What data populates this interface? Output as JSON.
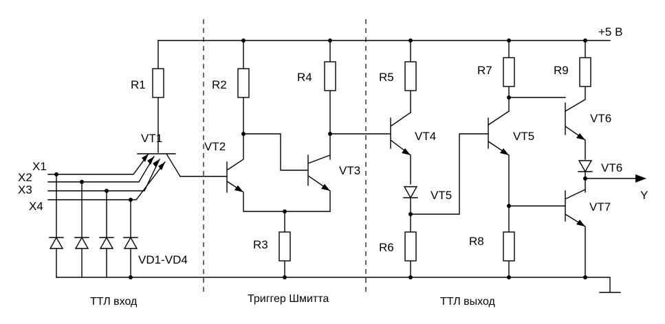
{
  "supply": "+5 В",
  "output": "Y",
  "inputs": [
    "X1",
    "X2",
    "X3",
    "X4"
  ],
  "resistors": [
    "R1",
    "R2",
    "R3",
    "R4",
    "R5",
    "R6",
    "R7",
    "R8",
    "R9"
  ],
  "transistors": [
    "VT1",
    "VT2",
    "VT3",
    "VT4",
    "VT5",
    "VT6",
    "VT7"
  ],
  "diode_labels": {
    "input_clamp": "VD1-VD4",
    "level_shift": "VT5",
    "output": "VT6"
  },
  "sections": {
    "input": "ТТЛ вход",
    "trigger": "Триггер Шмитта",
    "output": "ТТЛ выход"
  }
}
